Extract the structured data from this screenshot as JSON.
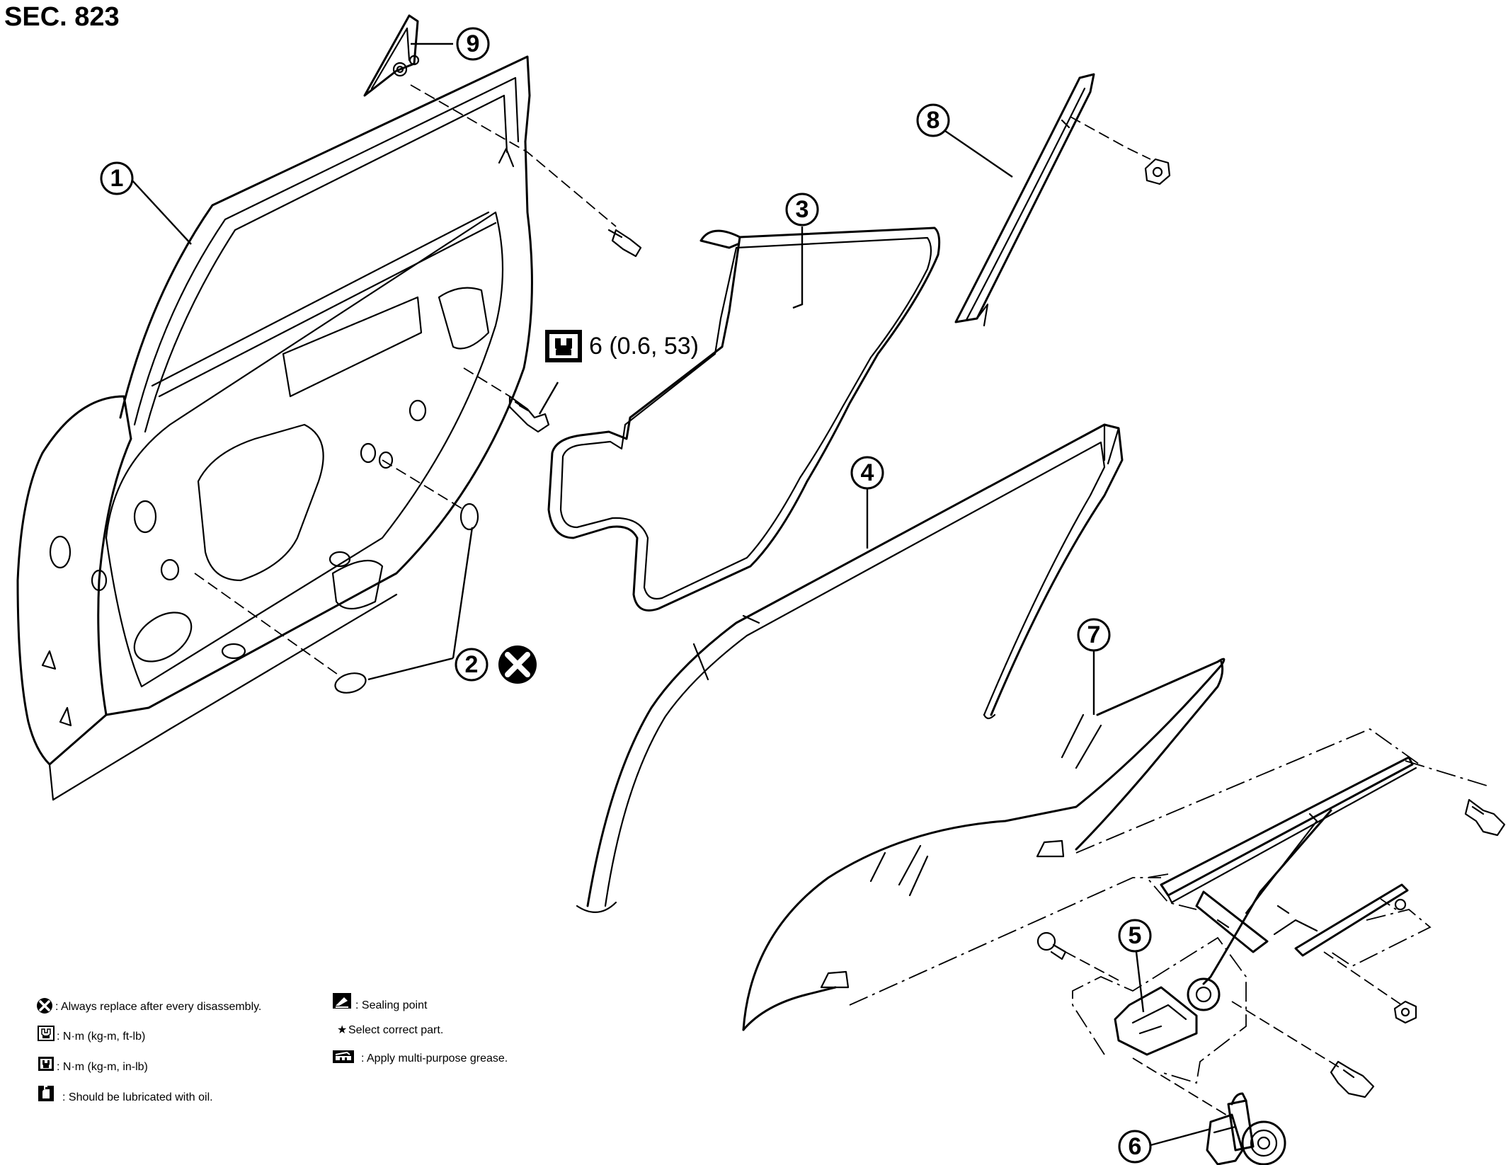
{
  "header": {
    "section_title": "SEC. 823"
  },
  "callouts": [
    {
      "id": "1",
      "label": "1"
    },
    {
      "id": "2",
      "label": "2"
    },
    {
      "id": "3",
      "label": "3"
    },
    {
      "id": "4",
      "label": "4"
    },
    {
      "id": "5",
      "label": "5"
    },
    {
      "id": "6",
      "label": "6"
    },
    {
      "id": "7",
      "label": "7"
    },
    {
      "id": "8",
      "label": "8"
    },
    {
      "id": "9",
      "label": "9"
    }
  ],
  "torque_spec": {
    "text": "6 (0.6, 53)",
    "icon": "torque-in-lb-icon"
  },
  "replace_symbol": {
    "icon": "always-replace-icon"
  },
  "legend": {
    "left": [
      {
        "icon": "always-replace-icon",
        "text": ": Always replace after every disassembly."
      },
      {
        "icon": "torque-ft-lb-icon",
        "text": ": N·m (kg-m, ft-lb)"
      },
      {
        "icon": "torque-in-lb-icon",
        "text": ": N·m (kg-m, in-lb)"
      },
      {
        "icon": "oil-lubricate-icon",
        "text": ": Should be lubricated with oil."
      }
    ],
    "right": [
      {
        "icon": "sealing-point-icon",
        "text": ": Sealing point"
      },
      {
        "icon": "star-icon",
        "symbol": "★",
        "text": " Select correct part."
      },
      {
        "icon": "grease-icon",
        "text": ": Apply multi-purpose grease."
      }
    ]
  }
}
